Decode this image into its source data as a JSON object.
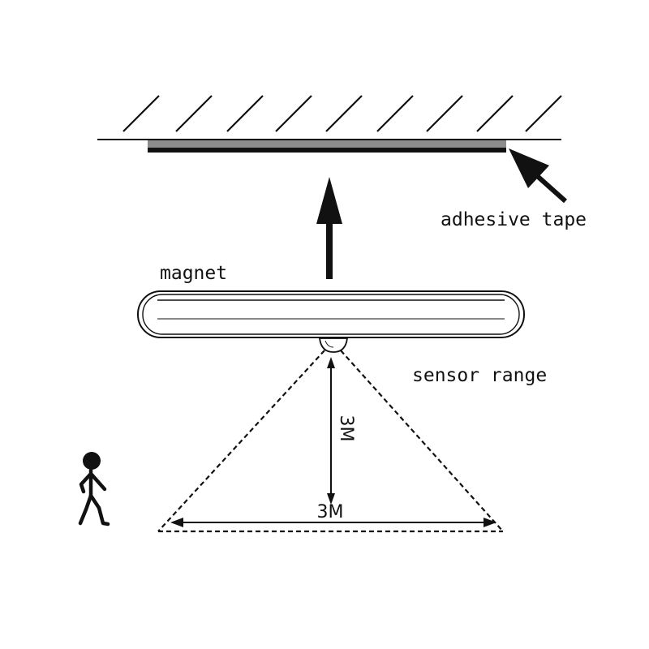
{
  "labels": {
    "adhesive_tape": "adhesive tape",
    "magnet": "magnet",
    "sensor_range": "sensor range",
    "height_distance": "3M",
    "width_distance": "3M"
  },
  "icons": {
    "ceiling": "hatched-ceiling-icon",
    "mount_arrow": "up-arrow-icon",
    "pointer_arrow": "pointer-arrow-icon",
    "light_bar": "light-bar-icon",
    "sensor": "motion-sensor-icon",
    "person": "walking-person-icon"
  },
  "colors": {
    "line": "#111111",
    "tape": "#8c8c8c",
    "background": "#ffffff"
  }
}
